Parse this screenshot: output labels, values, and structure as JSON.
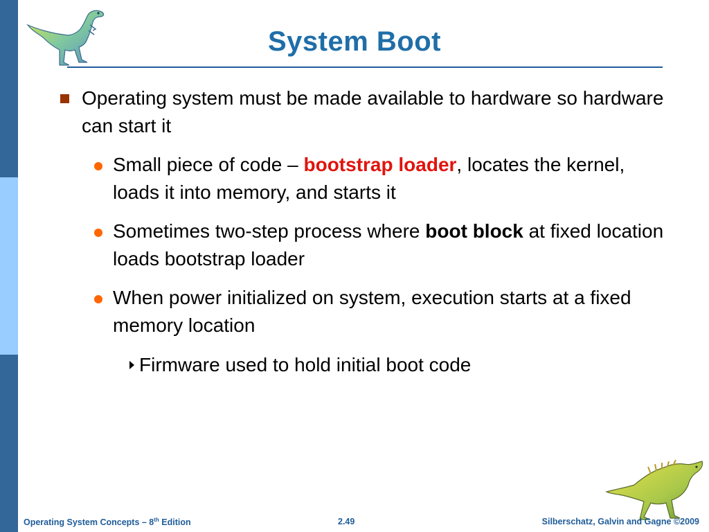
{
  "slide": {
    "title": "System Boot",
    "bullets": {
      "main": "Operating system must be made available to hardware so hardware can start it",
      "sub1": {
        "pre": "Small piece of code – ",
        "highlight": "bootstrap loader",
        "post": ", locates the kernel, loads it into memory, and starts it"
      },
      "sub2": {
        "pre": "Sometimes two-step process where ",
        "bold": "boot block",
        "post": " at fixed location loads bootstrap loader"
      },
      "sub3": "When power initialized on system, execution starts at a fixed memory location",
      "sub3_child": "Firmware used to hold initial boot code"
    }
  },
  "footer": {
    "left_pre": "Operating System Concepts – 8",
    "left_sup": "th",
    "left_post": " Edition",
    "page": "2.49",
    "right": "Silberschatz, Galvin and Gagne ©2009"
  },
  "colors": {
    "title": "#1f6ea8",
    "stripe_dark": "#336699",
    "stripe_light": "#99ccff",
    "square_bullet": "#993300",
    "dot_bullet": "#ff6600",
    "keyword_highlight": "#e0140e"
  },
  "icons": {
    "top_left": "dinosaur-icon",
    "bottom_right": "dinosaur-icon"
  }
}
